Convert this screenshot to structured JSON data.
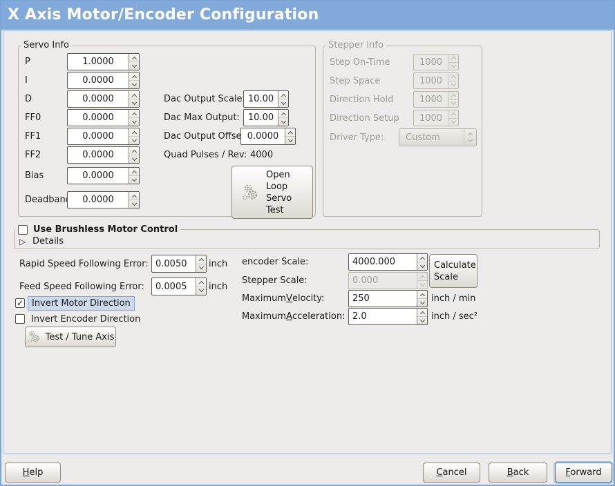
{
  "window": {
    "title": "X Axis Motor/Encoder Configuration"
  },
  "colors": {
    "titlebar": "#81a9d9",
    "window_border": "#7da6d8",
    "background": "#ecebe9",
    "focus_highlight": "#cbd9ec"
  },
  "icons": {
    "details_arrow": "▷",
    "checkmark": "✓"
  },
  "servo_info": {
    "title": "Servo Info",
    "fields": [
      {
        "label": "P",
        "value": "1.0000"
      },
      {
        "label": "I",
        "value": "0.0000"
      },
      {
        "label": "D",
        "value": "0.0000"
      },
      {
        "label": "FF0",
        "value": "0.0000"
      },
      {
        "label": "FF1",
        "value": "0.0000"
      },
      {
        "label": "FF2",
        "value": "0.0000"
      },
      {
        "label": "Bias",
        "value": "0.0000"
      },
      {
        "label": "Deadband",
        "value": "0.0000"
      }
    ],
    "dac_rows": [
      {
        "label": "Dac Output Scale:",
        "value": "10.00"
      },
      {
        "label": "Dac Max Output:",
        "value": "10.00"
      },
      {
        "label": "Dac Output Offset:",
        "value": "0.0000"
      }
    ],
    "quad_pulses": {
      "label": "Quad Pulses / Rev:",
      "value": "4000"
    },
    "open_loop_button_label": "Open Loop Servo Test"
  },
  "stepper_info": {
    "title": "Stepper Info",
    "fields": [
      {
        "label": "Step On-Time",
        "value": "1000"
      },
      {
        "label": "Step Space",
        "value": "1000"
      },
      {
        "label": "Direction Hold",
        "value": "1000"
      },
      {
        "label": "Direction Setup",
        "value": "1000"
      }
    ],
    "driver_type": {
      "label": "Driver Type:",
      "value": "Custom"
    }
  },
  "brushless": {
    "checkbox_label": "Use Brushless Motor Control",
    "checked": false,
    "details_label": "Details"
  },
  "following_error": [
    {
      "label": "Rapid Speed Following Error:",
      "value": "0.0050",
      "unit": "inch"
    },
    {
      "label": "Feed Speed Following Error:",
      "value": "0.0005",
      "unit": "inch"
    }
  ],
  "direction": {
    "invert_motor_label": "Invert Motor Direction",
    "invert_motor_checked": true,
    "invert_encoder_label": "Invert Encoder Direction",
    "invert_encoder_checked": false,
    "test_tune_label": "Test / Tune Axis"
  },
  "scale": {
    "encoder": {
      "label": "encoder Scale:",
      "value": "4000.000"
    },
    "stepper": {
      "label": "Stepper Scale:",
      "value": "0.000"
    },
    "velocity": {
      "label": "Maximum _Velocity:",
      "value": "250",
      "unit": "inch / min"
    },
    "acceleration": {
      "label": "Maximum _Acceleration:",
      "value": "2.0",
      "unit": "inch / sec²"
    },
    "calculate_button_label": "Calculate Scale"
  },
  "actions": {
    "help": "_Help",
    "cancel": "_Cancel",
    "back": "_Back",
    "forward": "_Forward"
  }
}
